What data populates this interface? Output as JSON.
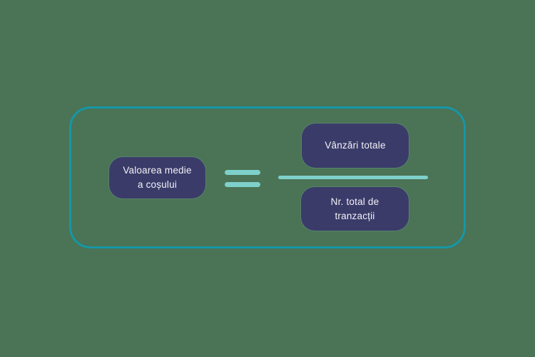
{
  "canvas": {
    "background_color": "#4b7355"
  },
  "frame": {
    "border_color": "#1697a6"
  },
  "formula": {
    "result_label": "Valoarea medie\na coșului",
    "operator": "=",
    "numerator_label": "Vânzări totale",
    "denominator_label": "Nr. total de\ntranzacții"
  },
  "colors": {
    "box_fill": "#3b3b6a",
    "box_text": "#f2f2f7",
    "operator_bar": "#7ed0cb",
    "frame_border": "#1697a6",
    "background": "#4b7355"
  },
  "icons": {
    "equals-icon": "=",
    "fraction-bar": "÷ (division line)"
  }
}
